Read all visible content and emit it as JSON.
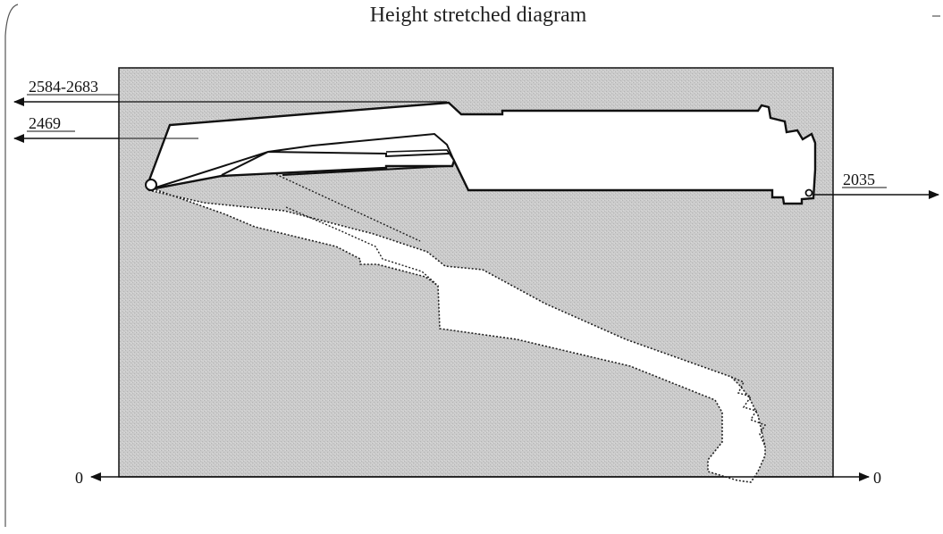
{
  "title": "Height stretched diagram",
  "labels": {
    "top_max": "2584-2683",
    "top_second": "2469",
    "right_level": "2035",
    "bottom_left": "0",
    "bottom_right": "0"
  },
  "colors": {
    "background_panel": "#c9c9c9",
    "outline": "#111111",
    "boom_fill": "#ffffff"
  }
}
